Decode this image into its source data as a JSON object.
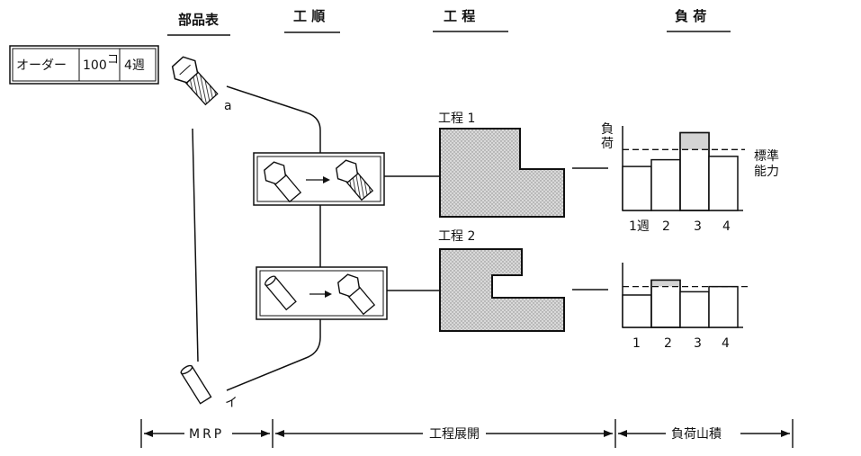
{
  "headers": {
    "parts_list": "部品表",
    "routing": "工 順",
    "process": "工 程",
    "load": "負 荷"
  },
  "order": {
    "label": "オーダー",
    "quantity": "100",
    "quantity_unit": "コ",
    "period": "4週"
  },
  "parts": {
    "a": "a",
    "i": "イ"
  },
  "processes": [
    {
      "name": "工程 1"
    },
    {
      "name": "工程 2"
    }
  ],
  "load_charts": {
    "axis_label_1": "負",
    "axis_label_2": "荷",
    "standard_capacity_line1": "標準",
    "standard_capacity_line2": "能力",
    "chart1_ticks": [
      "1週",
      "2",
      "3",
      "4"
    ],
    "chart2_ticks": [
      "1",
      "2",
      "3",
      "4"
    ]
  },
  "chart_data": [
    {
      "type": "bar",
      "title": "",
      "categories": [
        "1週",
        "2",
        "3",
        "4"
      ],
      "values": [
        52,
        60,
        92,
        64
      ],
      "standard_capacity": 72,
      "ylim": [
        0,
        100
      ],
      "colors": {
        "over_capacity": "#d4d4d4"
      }
    },
    {
      "type": "bar",
      "title": "",
      "categories": [
        "1",
        "2",
        "3",
        "4"
      ],
      "values": [
        50,
        73,
        55,
        63
      ],
      "standard_capacity": 63,
      "ylim": [
        0,
        100
      ],
      "colors": {
        "over_capacity": "#d4d4d4"
      }
    }
  ],
  "footer": {
    "mrp": "MRP",
    "process_expansion": "工程展開",
    "load_accumulation": "負荷山積"
  },
  "colors": {
    "ink": "#111111",
    "shade": "#d4d4d4"
  }
}
